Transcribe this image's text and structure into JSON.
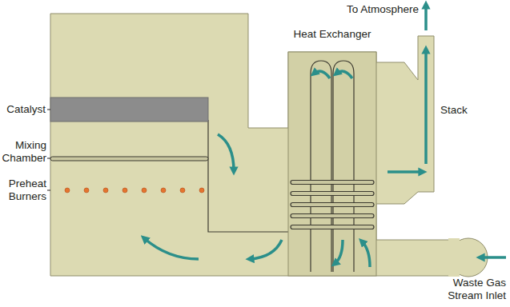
{
  "diagram": {
    "labels": [
      "Catalyst",
      "Mixing Chamber",
      "Preheat Burners",
      "Heat Exchanger",
      "To Atmosphere",
      "Stack",
      "Waste Gas Stream Inlet"
    ]
  }
}
